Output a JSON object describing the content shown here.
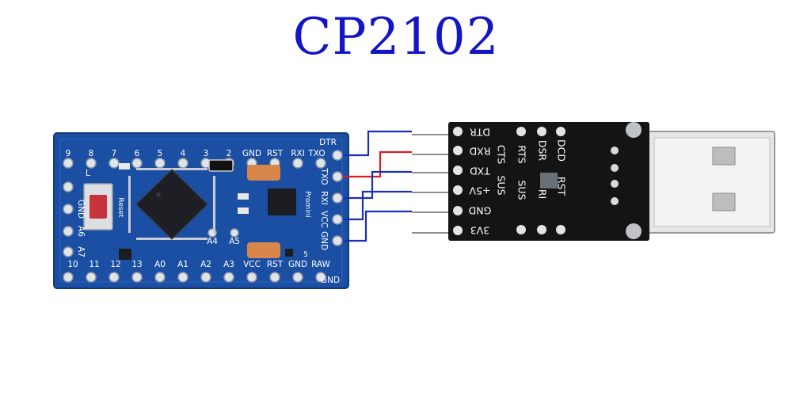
{
  "title": "CP2102",
  "colors": {
    "title": "#1515c8",
    "wire_blue": "#1a2fb8",
    "wire_red": "#d81e1e",
    "pcb_blue": "#1b4fa3",
    "adapter": "#141414"
  },
  "arduino": {
    "top_pins": [
      "9",
      "8",
      "7",
      "6",
      "5",
      "4",
      "3",
      "2",
      "GND",
      "RST",
      "RXI",
      "TXO"
    ],
    "bottom_pins": [
      "10",
      "11",
      "12",
      "13",
      "A0",
      "A1",
      "A2",
      "A3",
      "VCC",
      "RST",
      "GND",
      "RAW"
    ],
    "right_labels": [
      "DTR",
      "TXO",
      "RXI",
      "VCC",
      "GND"
    ],
    "left_labels": [
      "GND",
      "A6",
      "A7"
    ],
    "mid_labels": [
      "A4",
      "A5"
    ],
    "small_labels": [
      "L",
      "Reset",
      "Promini",
      "5"
    ],
    "corner_label": "GND"
  },
  "adapter": {
    "pin_labels": [
      "DTR",
      "RXD",
      "TXD",
      "+5V",
      "GND",
      "3V3"
    ],
    "col1_labels": [
      "CTS",
      "SUS"
    ],
    "col2_labels": [
      "RTS",
      "SUS"
    ],
    "col3_labels": [
      "DSR",
      "RI"
    ],
    "col4_labels": [
      "DCD",
      "RST"
    ]
  }
}
